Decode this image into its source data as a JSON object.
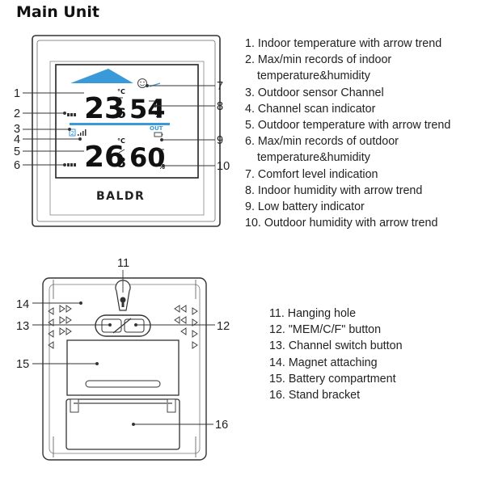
{
  "title": "Main Unit",
  "brand": "BALDR",
  "display": {
    "indoor_temp_main": "23",
    "indoor_temp_decimal": "6",
    "indoor_temp_unit": "°C",
    "indoor_humidity": "54",
    "humidity_unit": "%",
    "outdoor_temp_main": "26",
    "outdoor_temp_decimal": "8",
    "outdoor_temp_unit": "°C",
    "outdoor_humidity": "60",
    "out_label": "OUT",
    "channel": "2"
  },
  "top_callouts": [
    "1",
    "2",
    "3",
    "4",
    "5",
    "6",
    "7",
    "8",
    "9",
    "10"
  ],
  "bottom_callouts": [
    "11",
    "12",
    "13",
    "14",
    "15",
    "16"
  ],
  "legend_top": [
    {
      "text": "1. Indoor temperature with arrow trend"
    },
    {
      "text": "2. Max/min records of indoor",
      "cont": "temperature&humidity"
    },
    {
      "text": "3. Outdoor sensor Channel"
    },
    {
      "text": "4. Channel scan indicator"
    },
    {
      "text": "5. Outdoor temperature with arrow trend"
    },
    {
      "text": "6. Max/min records of outdoor",
      "cont": "temperature&humidity"
    },
    {
      "text": "7. Comfort level indication"
    },
    {
      "text": "8. Indoor humidity with arrow trend"
    },
    {
      "text": "9. Low battery indicator"
    },
    {
      "text": "10. Outdoor humidity with arrow trend"
    }
  ],
  "legend_bottom": [
    "11. Hanging hole",
    "12. \"MEM/C/F\" button",
    "13. Channel switch button",
    "14. Magnet attaching",
    "15. Battery compartment",
    "16. Stand bracket"
  ],
  "colors": {
    "accent": "#3a9ad9",
    "line": "#333333"
  }
}
